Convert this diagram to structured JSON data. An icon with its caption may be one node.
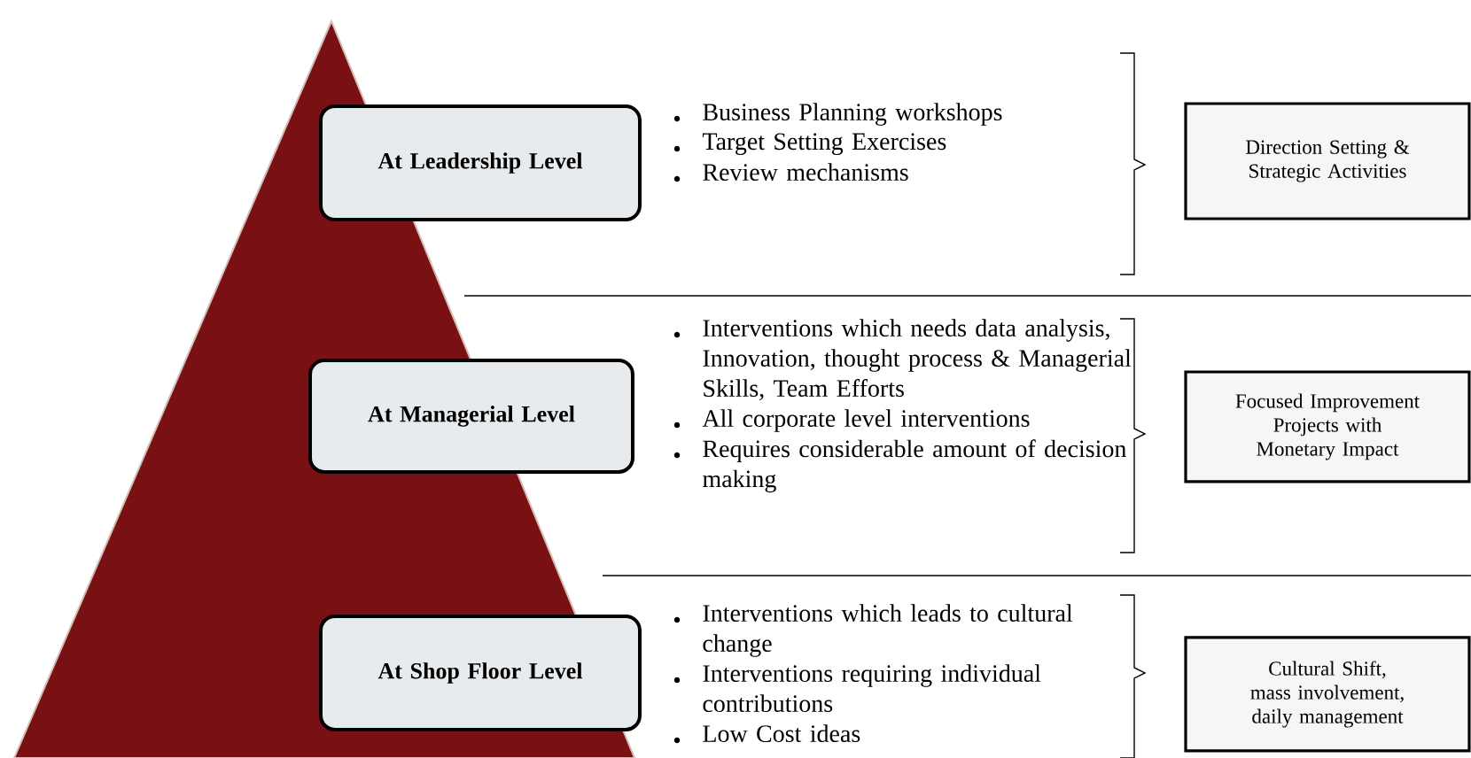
{
  "diagram": {
    "nodes": [
      {
        "text": [
          "At Leadership Level"
        ]
      },
      {
        "text": [
          "At Managerial Level"
        ]
      },
      {
        "text": [
          "At Shop Floor Level"
        ]
      },
      {
        "text": [
          "Direction Setting & Strategic Activities"
        ]
      },
      {
        "text": [
          "Focused Improvement Projects with Monetary Impact"
        ]
      },
      {
        "text": [
          "Cultural Shift, mass involvement, daily management"
        ]
      }
    ],
    "labels": [
      "Business Planning workshops",
      "Target Setting Exercises",
      "Review mechanisms",
      "Interventions which needs data analysis, Innovation, thought process & Managerial Skills, Team Efforts",
      "All corporate level interventions",
      "Requires considerable amount of decision making",
      "Interventions which leads to cultural change",
      "Interventions requiring individual contributions",
      "Low Cost ideas"
    ]
  }
}
